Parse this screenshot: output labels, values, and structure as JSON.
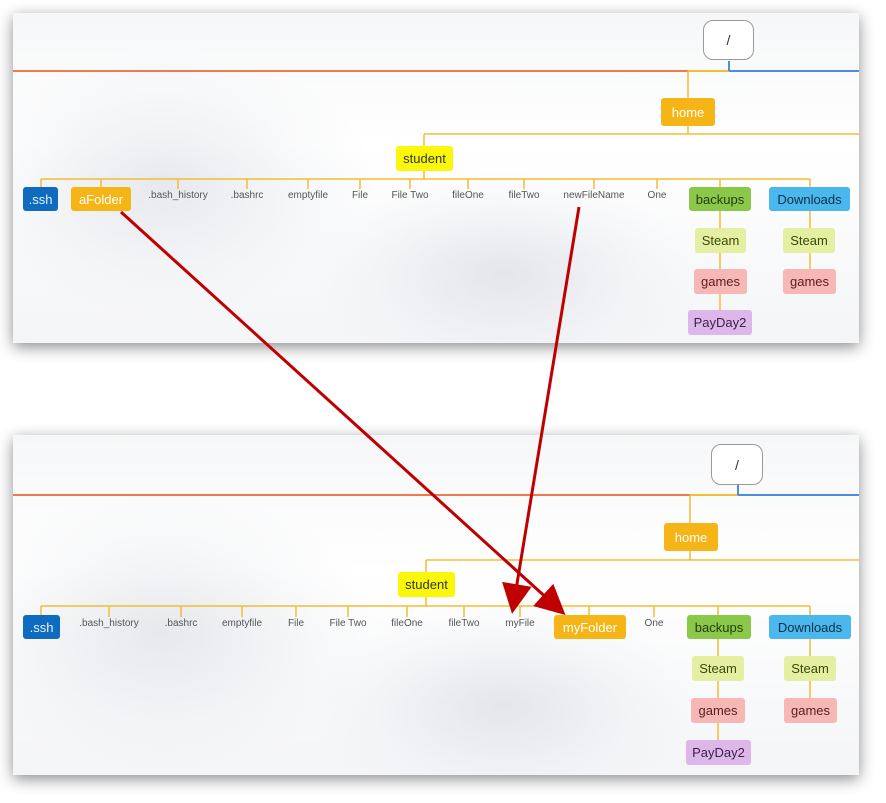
{
  "top": {
    "root": "/",
    "home": "home",
    "student": "student",
    "ssh": ".ssh",
    "aFolder": "aFolder",
    "leaves": [
      ".bash_history",
      ".bashrc",
      "emptyfile",
      "File",
      "File Two",
      "fileOne",
      "fileTwo",
      "newFileName",
      "One"
    ],
    "backups": "backups",
    "downloads": "Downloads",
    "backups_steam": "Steam",
    "backups_games": "games",
    "backups_payday": "PayDay2",
    "downloads_steam": "Steam",
    "downloads_games": "games"
  },
  "bottom": {
    "root": "/",
    "home": "home",
    "student": "student",
    "ssh": ".ssh",
    "leaves": [
      ".bash_history",
      ".bashrc",
      "emptyfile",
      "File",
      "File Two",
      "fileOne",
      "fileTwo",
      "myFile"
    ],
    "myFolder": "myFolder",
    "one": "One",
    "backups": "backups",
    "downloads": "Downloads",
    "backups_steam": "Steam",
    "backups_games": "games",
    "backups_payday": "PayDay2",
    "downloads_steam": "Steam",
    "downloads_games": "games"
  },
  "colors": {
    "line": "#f2bd35",
    "left_branch": "#f07a4a",
    "right_branch": "#4a8ee0",
    "arrow": "#c00000"
  }
}
